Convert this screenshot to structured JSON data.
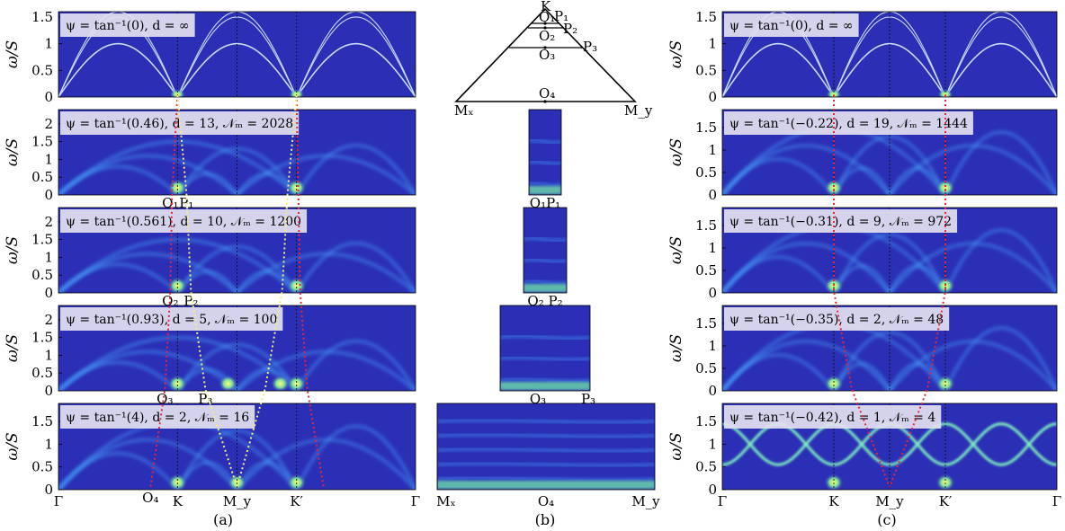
{
  "figure": {
    "panel_captions": [
      "(a)",
      "(b)",
      "(c)"
    ],
    "bz_points": [
      "K",
      "O₁",
      "P₁",
      "P₂",
      "O₂",
      "P₃",
      "O₃",
      "O₄",
      "Mₓ",
      "M_y"
    ],
    "colors": {
      "background": "#2b2fb6",
      "band_glow": "#4aa8ff",
      "band_bright": "#ffff66",
      "red_dotted": "#e8263a",
      "yellow_dotted": "#f3ee78",
      "annotation_box": "#e4e2f0"
    }
  },
  "chart_data": [
    {
      "id": "a1",
      "type": "heatmap",
      "ylabel": "ω/S",
      "ylim": [
        0,
        1.6
      ],
      "yticks": [
        "0",
        "0.5",
        "1",
        "1.5"
      ],
      "annotation": "ψ = tan⁻¹(0),  d = ∞",
      "x_markers": [],
      "xticklabels": []
    },
    {
      "id": "a2",
      "type": "heatmap",
      "ylabel": "ω/S",
      "ylim": [
        0,
        2.4
      ],
      "yticks": [
        "0",
        "0.5",
        "1",
        "1.5",
        "2"
      ],
      "annotation": "ψ = tan⁻¹(0.46),  d = 13,  𝒩ₘ = 2028",
      "x_markers": [
        "O₁",
        "P₁"
      ],
      "xticklabels": []
    },
    {
      "id": "a3",
      "type": "heatmap",
      "ylabel": "ω/S",
      "ylim": [
        0,
        2.4
      ],
      "yticks": [
        "0",
        "0.5",
        "1",
        "1.5",
        "2"
      ],
      "annotation": "ψ = tan⁻¹(0.561),  d = 10,  𝒩ₘ = 1200",
      "x_markers": [
        "O₂",
        "P₂"
      ],
      "xticklabels": []
    },
    {
      "id": "a4",
      "type": "heatmap",
      "ylabel": "ω/S",
      "ylim": [
        0,
        2.4
      ],
      "yticks": [
        "0",
        "0.5",
        "1",
        "1.5",
        "2"
      ],
      "annotation": "ψ = tan⁻¹(0.93),  d = 5,  𝒩ₘ = 100",
      "x_markers": [
        "O₃",
        "P₃"
      ],
      "xticklabels": []
    },
    {
      "id": "a5",
      "type": "heatmap",
      "ylabel": "ω/S",
      "ylim": [
        0,
        1.9
      ],
      "yticks": [
        "0",
        "0.5",
        "1",
        "1.5"
      ],
      "annotation": "ψ = tan⁻¹(4),  d = 2,  𝒩ₘ = 16",
      "x_markers": [
        "O₄"
      ],
      "xticklabels": [
        "Γ",
        "K",
        "M_y",
        "K′",
        "Γ"
      ]
    },
    {
      "id": "b1",
      "type": "heatmap",
      "ylabel": "",
      "ylim": [
        0,
        2.4
      ],
      "yticks": [],
      "annotation": "",
      "x_markers": [
        "O₁P₁"
      ],
      "xticklabels": []
    },
    {
      "id": "b2",
      "type": "heatmap",
      "ylabel": "",
      "ylim": [
        0,
        2.4
      ],
      "yticks": [],
      "annotation": "",
      "x_markers": [
        "O₂ P₂"
      ],
      "xticklabels": []
    },
    {
      "id": "b3",
      "type": "heatmap",
      "ylabel": "",
      "ylim": [
        0,
        2.4
      ],
      "yticks": [],
      "annotation": "",
      "x_markers": [
        "O₃",
        "P₃"
      ],
      "xticklabels": []
    },
    {
      "id": "b4",
      "type": "heatmap",
      "ylabel": "",
      "ylim": [
        0,
        1.9
      ],
      "yticks": [],
      "annotation": "",
      "x_markers": [],
      "xticklabels": [
        "Mₓ",
        "O₄",
        "M_y"
      ]
    },
    {
      "id": "c1",
      "type": "heatmap",
      "ylabel": "ω/S",
      "ylim": [
        0,
        1.6
      ],
      "yticks": [
        "0",
        "0.5",
        "1",
        "1.5"
      ],
      "annotation": "ψ = tan⁻¹(0),  d = ∞",
      "x_markers": [],
      "xticklabels": []
    },
    {
      "id": "c2",
      "type": "heatmap",
      "ylabel": "ω/S",
      "ylim": [
        0,
        1.9
      ],
      "yticks": [
        "0",
        "0.5",
        "1",
        "1.5"
      ],
      "annotation": "ψ = tan⁻¹(−0.22),  d = 19,  𝒩ₘ = 1444",
      "x_markers": [],
      "xticklabels": []
    },
    {
      "id": "c3",
      "type": "heatmap",
      "ylabel": "ω/S",
      "ylim": [
        0,
        1.9
      ],
      "yticks": [
        "0",
        "0.5",
        "1",
        "1.5"
      ],
      "annotation": "ψ = tan⁻¹(−0.31),  d = 9,  𝒩ₘ = 972",
      "x_markers": [],
      "xticklabels": []
    },
    {
      "id": "c4",
      "type": "heatmap",
      "ylabel": "ω/S",
      "ylim": [
        0,
        1.9
      ],
      "yticks": [
        "0",
        "0.5",
        "1",
        "1.5"
      ],
      "annotation": "ψ = tan⁻¹(−0.35),  d = 2,  𝒩ₘ = 48",
      "x_markers": [],
      "xticklabels": []
    },
    {
      "id": "c5",
      "type": "heatmap",
      "ylabel": "ω/S",
      "ylim": [
        0,
        1.9
      ],
      "yticks": [
        "0",
        "0.5",
        "1",
        "1.5"
      ],
      "annotation": "ψ = tan⁻¹(−0.42),  d = 1,  𝒩ₘ = 4",
      "x_markers": [],
      "xticklabels": [
        "Γ",
        "K",
        "M_y",
        "K′",
        "Γ"
      ]
    }
  ]
}
